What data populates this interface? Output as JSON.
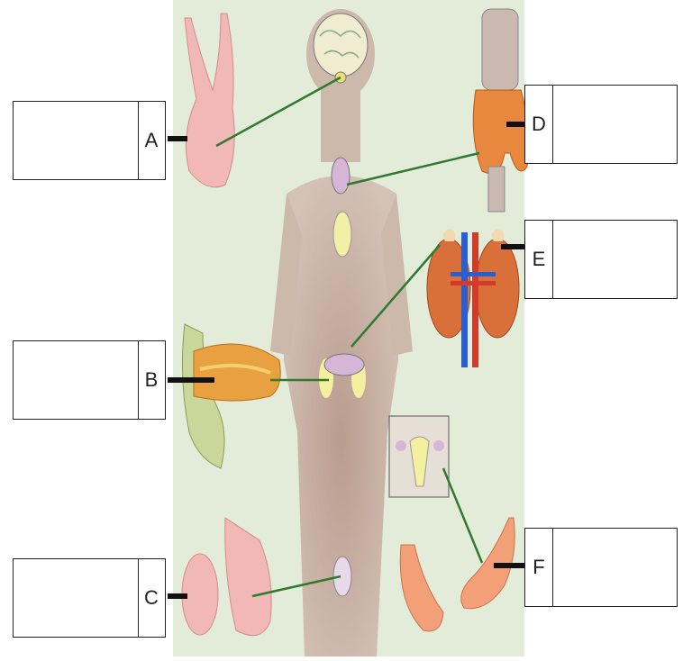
{
  "diagram": {
    "labels": [
      {
        "id": "A",
        "letter": "A",
        "answer": ""
      },
      {
        "id": "B",
        "letter": "B",
        "answer": ""
      },
      {
        "id": "C",
        "letter": "C",
        "answer": ""
      },
      {
        "id": "D",
        "letter": "D",
        "answer": ""
      },
      {
        "id": "E",
        "letter": "E",
        "answer": ""
      },
      {
        "id": "F",
        "letter": "F",
        "answer": ""
      }
    ],
    "colors": {
      "background_panel": "#e3ecd9",
      "body_silhouette": "#c9b3a6",
      "leader_line": "#2f7a2f",
      "gland_yellow": "#f2efa6",
      "gland_pink": "#f2b7b7",
      "gland_orange": "#e8883e",
      "kidney": "#d9703a",
      "vessel_blue": "#2a5fd1",
      "vessel_red": "#d23a2a",
      "box_border": "#222222"
    }
  }
}
